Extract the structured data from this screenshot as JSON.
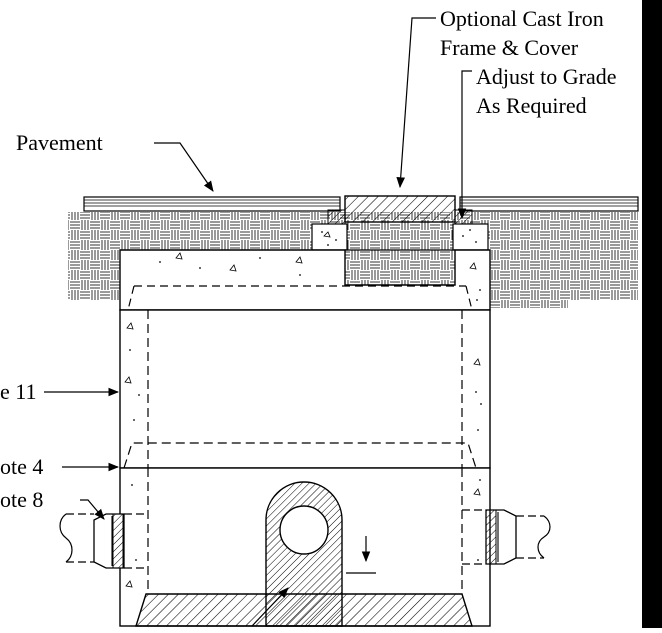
{
  "drawing": {
    "labels": {
      "cover_line1": "Optional Cast Iron",
      "cover_line2": "Frame & Cover",
      "adjust_line1": "Adjust to Grade",
      "adjust_line2": "As Required",
      "pavement": "Pavement",
      "note11": "e 11",
      "note4": "ote 4",
      "note8": "ote 8"
    },
    "colors": {
      "ink": "#000000",
      "paper": "#ffffff"
    }
  }
}
